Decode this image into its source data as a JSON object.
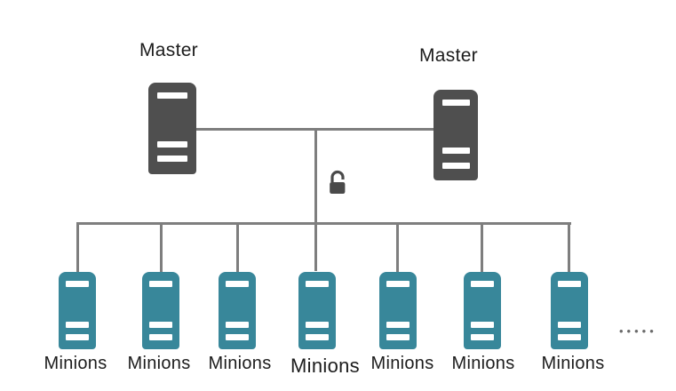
{
  "diagram": {
    "type": "master-minions-architecture",
    "masters": [
      {
        "label": "Master"
      },
      {
        "label": "Master"
      }
    ],
    "minions": [
      {
        "label": "Minions"
      },
      {
        "label": "Minions"
      },
      {
        "label": "Minions"
      },
      {
        "label": "Minions"
      },
      {
        "label": "Minions"
      },
      {
        "label": "Minions"
      },
      {
        "label": "Minions"
      }
    ],
    "ellipsis": "•••••",
    "icons": {
      "lock": "open-padlock-icon",
      "server": "server-icon"
    },
    "colors": {
      "master_fill": "#4f4f4f",
      "minion_fill": "#38879a",
      "connector": "#7e7e7e",
      "label_text": "#1c1c1c",
      "background": "#ffffff"
    }
  }
}
